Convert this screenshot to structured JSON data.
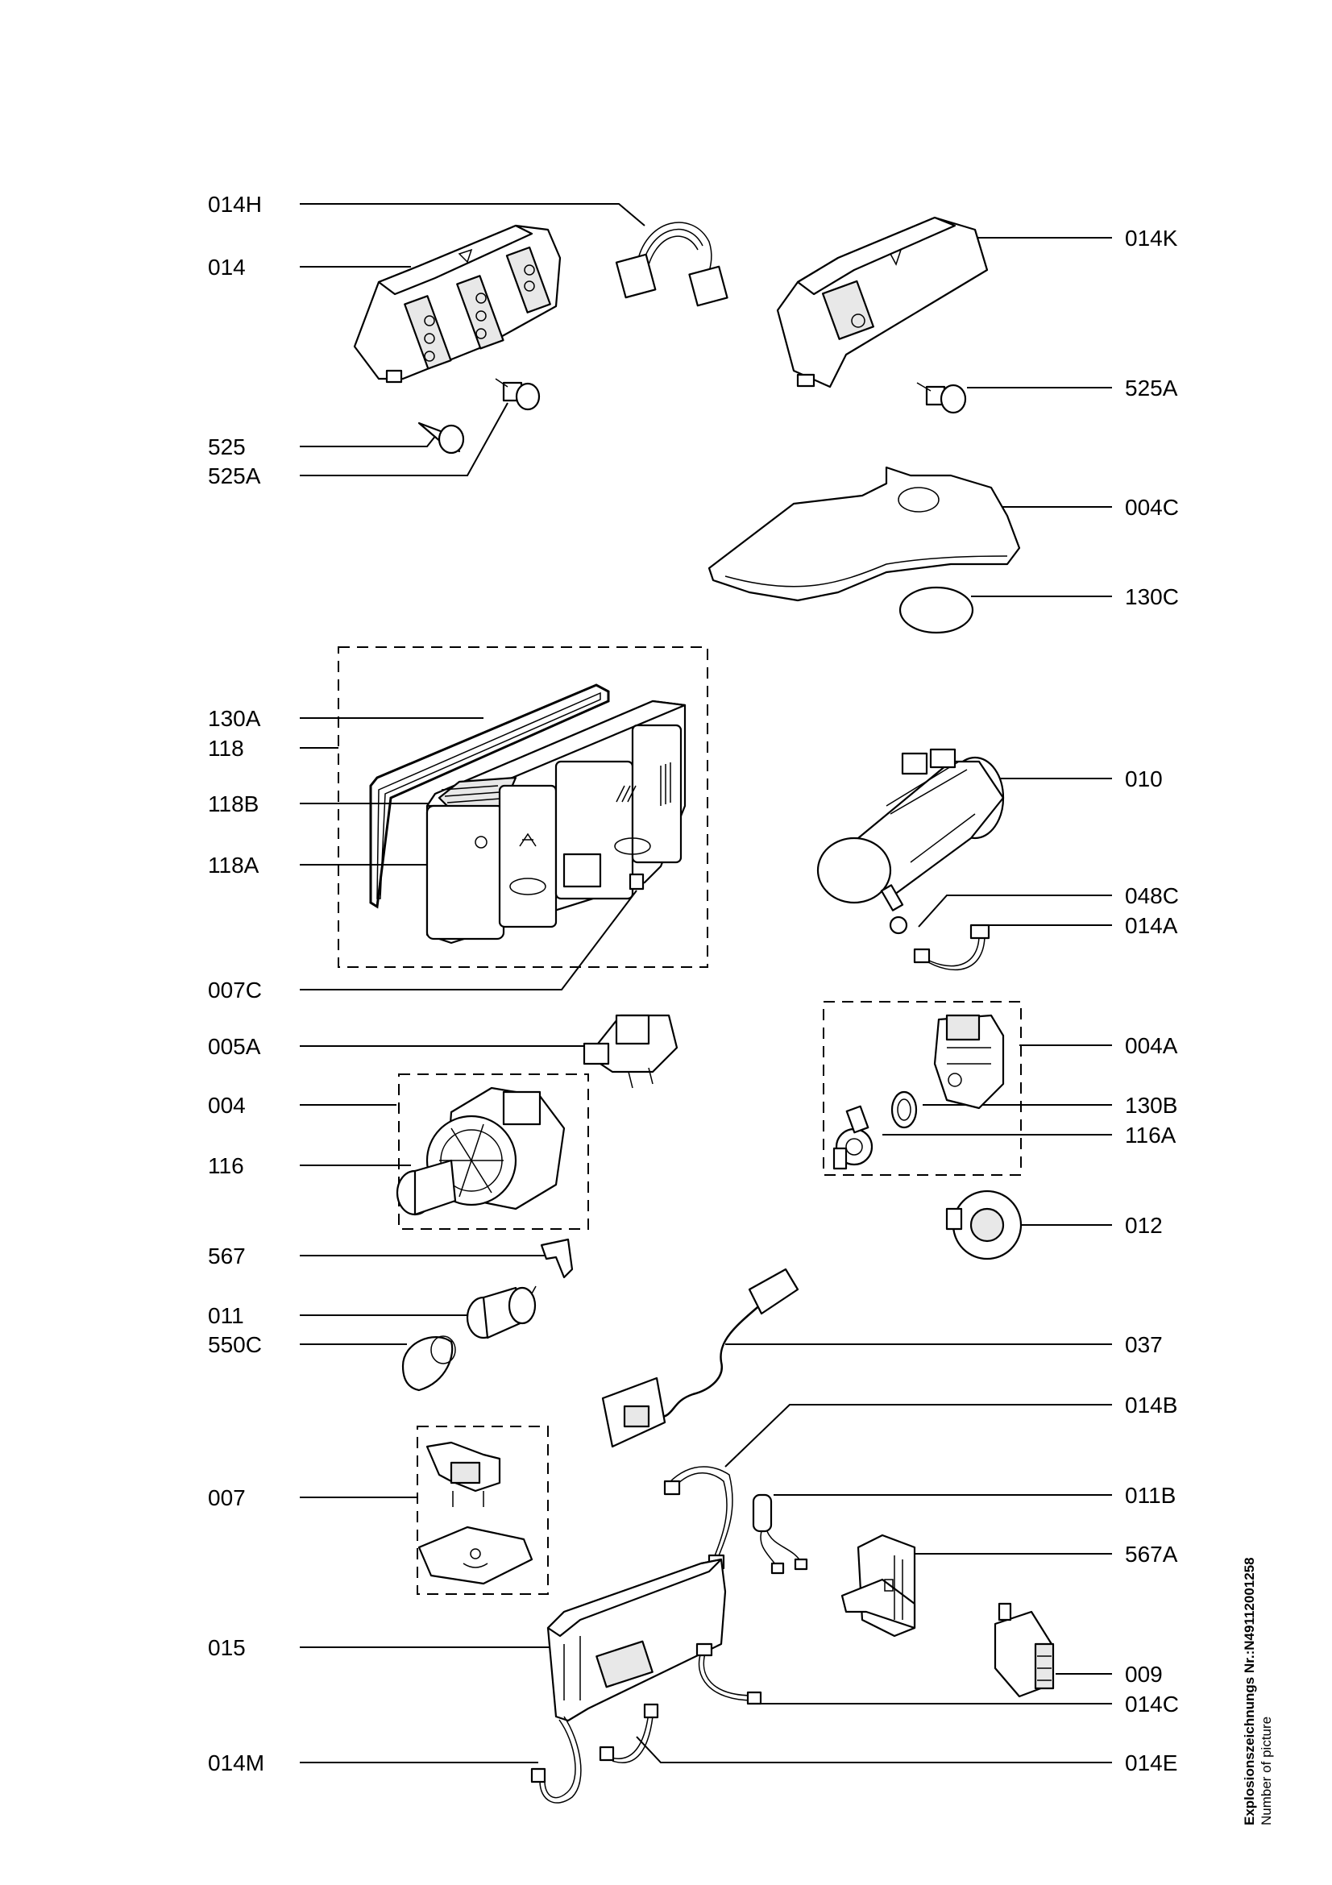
{
  "labels_left": [
    "014H",
    "014",
    "525",
    "525A",
    "130A",
    "118",
    "118B",
    "118A",
    "007C",
    "005A",
    "004",
    "116",
    "567",
    "011",
    "550C",
    "007",
    "015",
    "014M"
  ],
  "labels_right": [
    "014K",
    "525A",
    "004C",
    "130C",
    "010",
    "048C",
    "014A",
    "004A",
    "130B",
    "116A",
    "012",
    "037",
    "014B",
    "011B",
    "567A",
    "009",
    "014C",
    "014E"
  ],
  "footer": {
    "drawing_number": "Explosionszeichnungs Nr.:N49112001258",
    "caption": "Number of picture"
  }
}
